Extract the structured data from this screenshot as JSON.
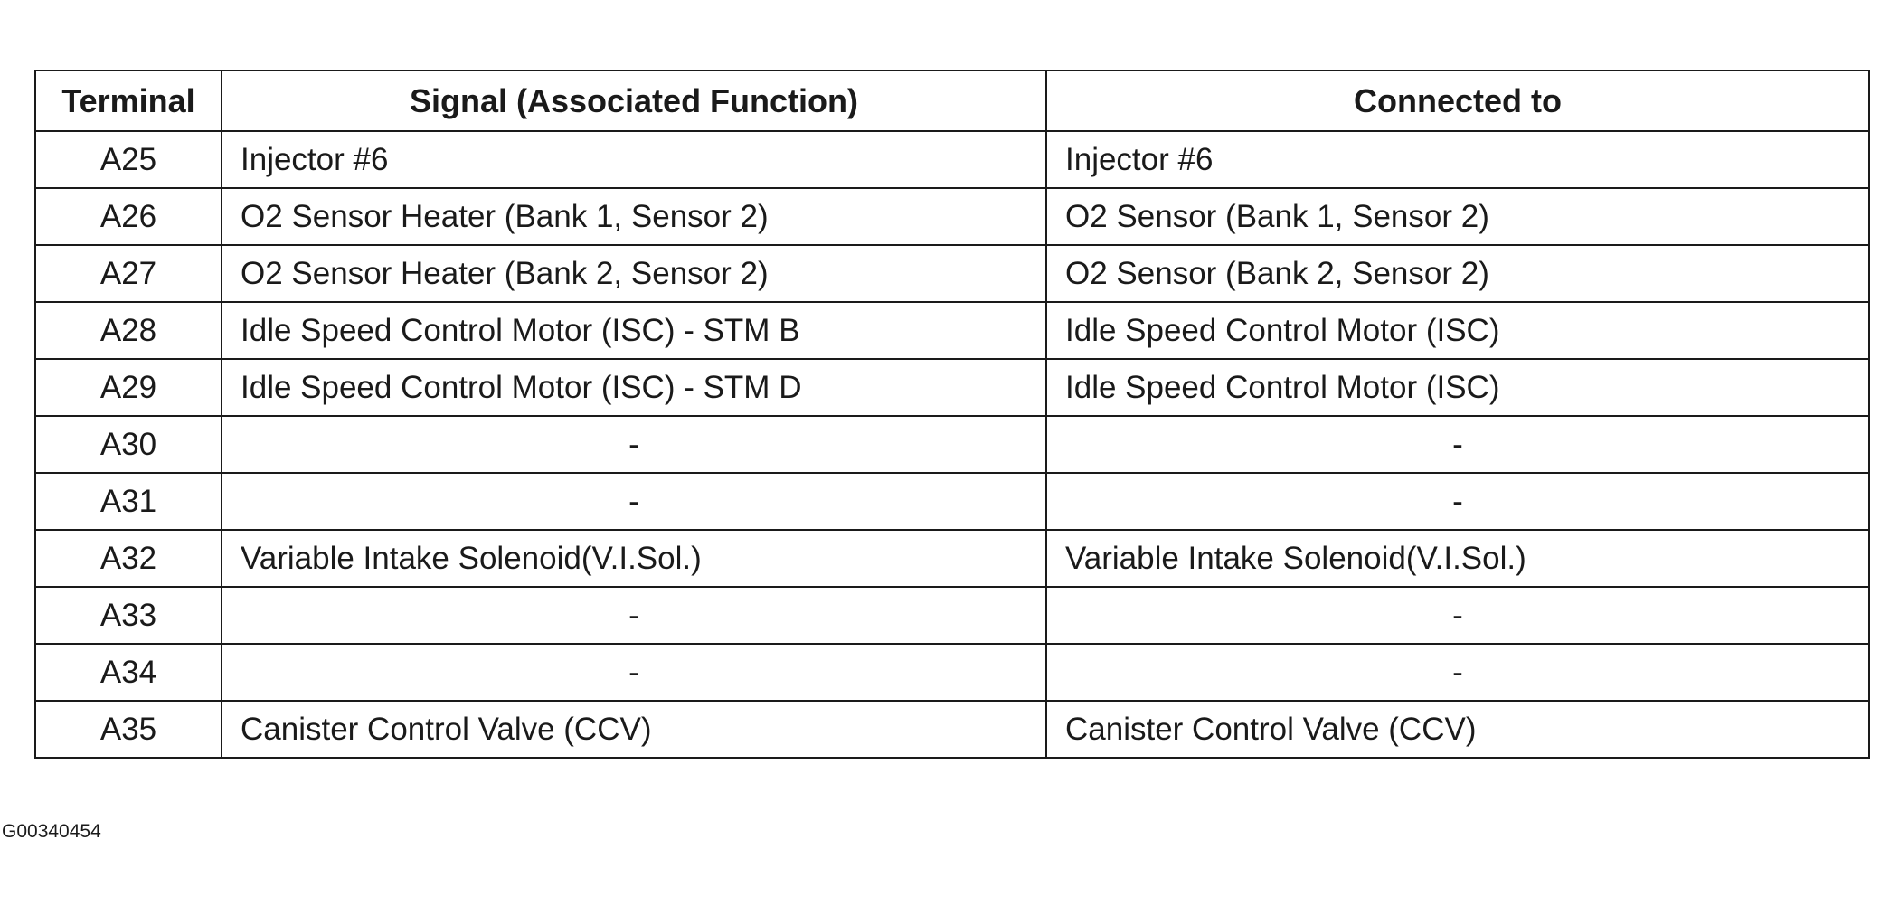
{
  "table": {
    "headers": {
      "terminal": "Terminal",
      "signal": "Signal (Associated Function)",
      "connected": "Connected to"
    },
    "rows": [
      {
        "terminal": "A25",
        "signal": "Injector #6",
        "connected": "Injector #6"
      },
      {
        "terminal": "A26",
        "signal": "O2 Sensor Heater (Bank 1, Sensor 2)",
        "connected": "O2 Sensor (Bank 1, Sensor 2)"
      },
      {
        "terminal": "A27",
        "signal": "O2 Sensor Heater (Bank 2, Sensor 2)",
        "connected": "O2 Sensor (Bank 2, Sensor 2)"
      },
      {
        "terminal": "A28",
        "signal": "Idle Speed Control Motor (ISC) - STM B",
        "connected": "Idle Speed Control Motor (ISC)"
      },
      {
        "terminal": "A29",
        "signal": "Idle Speed Control Motor (ISC) - STM D",
        "connected": "Idle Speed Control Motor (ISC)"
      },
      {
        "terminal": "A30",
        "signal": "-",
        "connected": "-"
      },
      {
        "terminal": "A31",
        "signal": "-",
        "connected": "-"
      },
      {
        "terminal": "A32",
        "signal": "Variable Intake Solenoid(V.I.Sol.)",
        "connected": "Variable Intake Solenoid(V.I.Sol.)"
      },
      {
        "terminal": "A33",
        "signal": "-",
        "connected": "-"
      },
      {
        "terminal": "A34",
        "signal": "-",
        "connected": "-"
      },
      {
        "terminal": "A35",
        "signal": "Canister Control Valve (CCV)",
        "connected": "Canister Control Valve (CCV)"
      }
    ]
  },
  "figure_id": "G00340454"
}
